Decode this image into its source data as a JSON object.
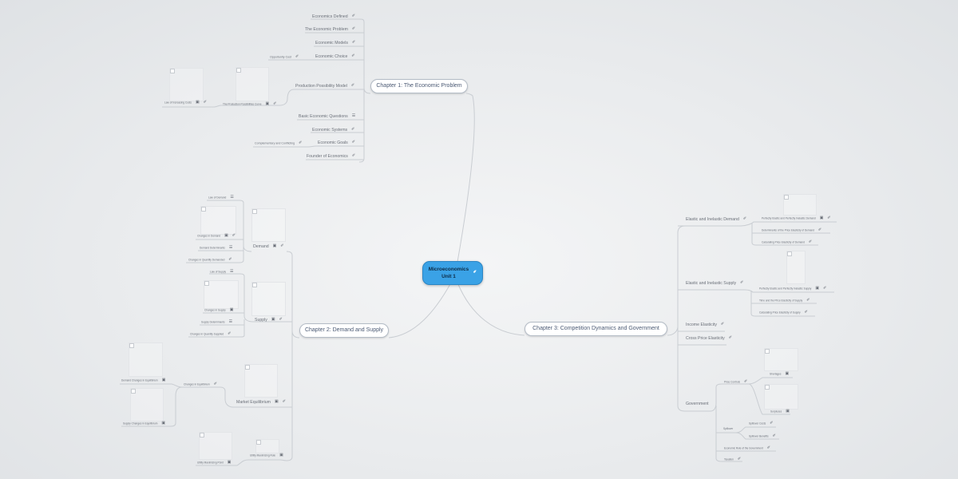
{
  "central": {
    "line1": "Microeconomics",
    "line2": "Unit 1"
  },
  "chapters": {
    "ch1": "Chapter 1: The Economic Problem",
    "ch2": "Chapter 2: Demand and Supply",
    "ch3": "Chapter 3: Competition Dynamics and Government"
  },
  "ch1": {
    "economics_defined": "Economics Defined",
    "economic_problem": "The Economic Problem",
    "economic_models": "Economic Models",
    "economic_choice": "Economic Choice",
    "opportunity_cost": "Opportunity Cost",
    "production_possibility_model": "Production Possibility Model",
    "ppc": "The Production Possibilities Curve",
    "law_increasing_costs": "Law of Increasing Costs",
    "basic_questions": "Basic Economic Questions",
    "economic_systems": "Economic Systems",
    "economic_goals": "Economic Goals",
    "complementary": "Complementary and Conflicting",
    "founder": "Founder of Economics"
  },
  "ch2": {
    "demand": "Demand",
    "law_of_demand": "Law of Demand",
    "changes_in_demand": "Changes in Demand",
    "demand_determinants": "Demand Determinants",
    "changes_qty_demanded": "Changes in Quantity Demanded",
    "supply": "Supply",
    "law_of_supply": "Law of Supply",
    "changes_in_supply": "Changes in Supply",
    "supply_determinants": "Supply Determinants",
    "changes_qty_supplied": "Changes in Quantity Supplied",
    "market_equilibrium": "Market Equilibrium",
    "changes_in_equilibrium": "Changes in Equilibrium",
    "demand_changes_eq": "Demand Changes in Equilibrium",
    "supply_changes_eq": "Supply Changes in Equilibrium",
    "utility_rule": "Utility Maximizing Rule",
    "utility_point": "Utility Maximizing Point"
  },
  "ch3": {
    "elastic_demand": "Elastic and Inelastic Demand",
    "perfectly_demand": "Perfectly Elastic and Perfectly Inelastic Demand",
    "determinants_demand": "Determinants of the Price Elasticity of Demand",
    "calc_demand": "Calculating Price Elasticity of Demand",
    "elastic_supply": "Elastic and Inelastic Supply",
    "perfectly_supply": "Perfectly Elastic and Perfectly Inelastic Supply",
    "time_supply": "Time and the Price Elasticity of Supply",
    "calc_supply": "Calculating Price Elasticity of Supply",
    "income_elasticity": "Income Elasticity",
    "cross_elasticity": "Cross Price Elasticity",
    "government": "Government",
    "price_controls": "Price Controls",
    "shortages": "Shortages",
    "surpluses": "Surpluses",
    "spillover": "Spillover",
    "spillover_costs": "Spillover Costs",
    "spillover_benefits": "Spillover Benefits",
    "economic_role": "Economic Role of the Government",
    "taxation": "Taxation"
  }
}
